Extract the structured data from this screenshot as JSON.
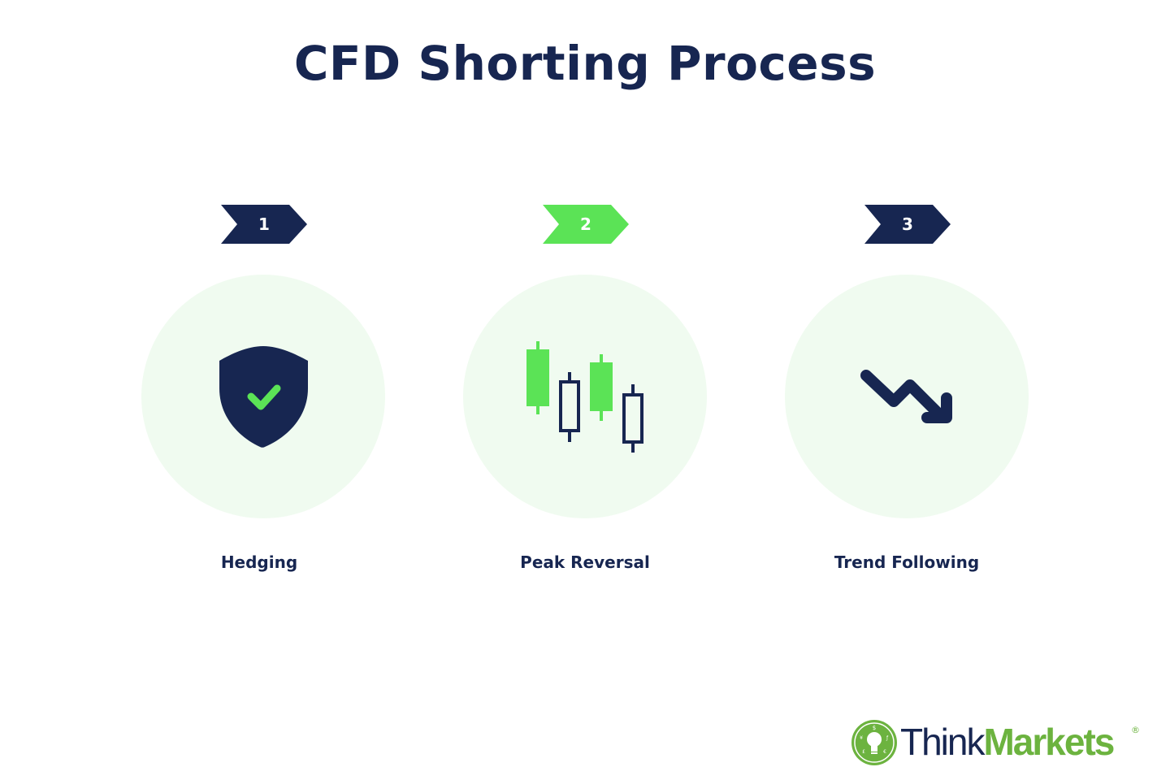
{
  "title": "CFD Shorting Process",
  "colors": {
    "navy": "#172651",
    "green": "#5be356",
    "circle_bg": "#f0fbf0",
    "brand_green": "#6cb33f"
  },
  "steps": [
    {
      "number": "1",
      "label": "Hedging",
      "icon": "shield-check-icon",
      "badge_color": "#172651"
    },
    {
      "number": "2",
      "label": "Peak Reversal",
      "icon": "candlestick-chart-icon",
      "badge_color": "#5be356"
    },
    {
      "number": "3",
      "label": "Trend Following",
      "icon": "trending-down-icon",
      "badge_color": "#172651"
    }
  ],
  "logo": {
    "part1": "Think",
    "part2": "Markets",
    "reg": "®"
  }
}
